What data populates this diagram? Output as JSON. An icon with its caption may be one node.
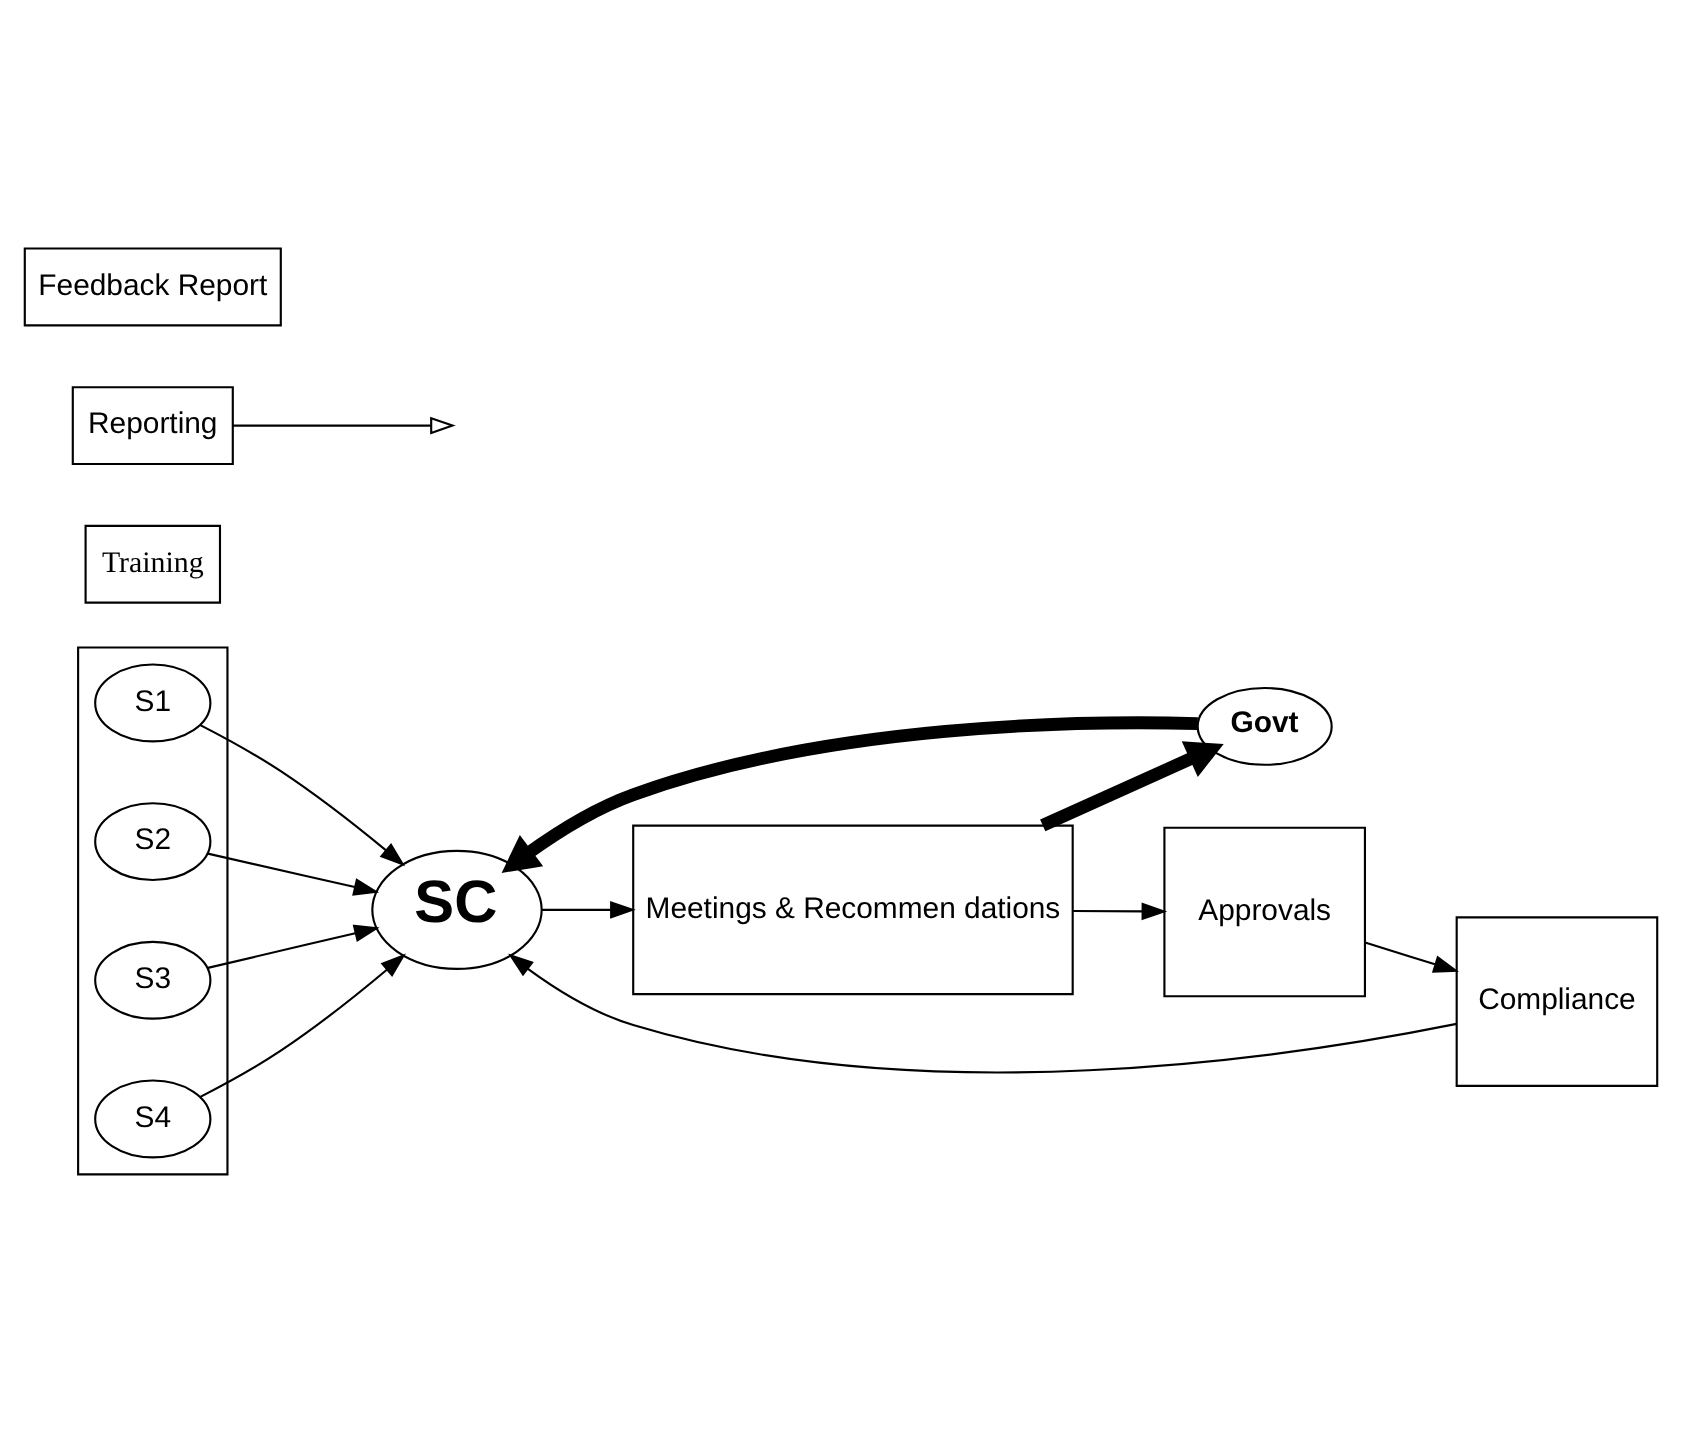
{
  "diagram": {
    "nodes": [
      {
        "text": [],
        "shape": "box"
      },
      {
        "text": [
          "S1"
        ],
        "in": 0
      },
      {
        "text": [
          "S2"
        ],
        "in": 0
      },
      {
        "text": [
          "S3"
        ],
        "in": 0
      },
      {
        "text": [
          "S4"
        ],
        "in": 0
      },
      {
        "text": [
          "SC"
        ]
      },
      {
        "text": [
          "Govt"
        ]
      },
      {
        "text": [
          "Training"
        ]
      },
      {
        "text": [
          "Reporting"
        ]
      },
      {
        "text": [
          "Meetings & Recommen dations"
        ]
      },
      {
        "text": [
          "Approvals"
        ]
      },
      {
        "text": [
          "Compliance"
        ]
      },
      {
        "text": [
          "Feedback Report"
        ]
      }
    ],
    "edges": [
      {
        "from": 1,
        "to": 5,
        "arrow": "to"
      },
      {
        "from": 2,
        "to": 5,
        "arrow": "to"
      },
      {
        "from": 3,
        "to": 5,
        "arrow": "to"
      },
      {
        "from": 4,
        "to": 5,
        "arrow": "to"
      },
      {
        "from": 6,
        "to": 5,
        "arrow": "to",
        "style": "thick"
      },
      {
        "from": 5,
        "to": 9,
        "arrow": "to"
      },
      {
        "from": 9,
        "to": 6,
        "arrow": "to",
        "style": "thick"
      },
      {
        "from": 8,
        "to": null,
        "arrow": "to"
      },
      {
        "from": 9,
        "to": 10,
        "arrow": "to"
      },
      {
        "from": 10,
        "to": 11,
        "arrow": "to"
      },
      {
        "from": 11,
        "to": 5,
        "arrow": "to"
      }
    ]
  }
}
